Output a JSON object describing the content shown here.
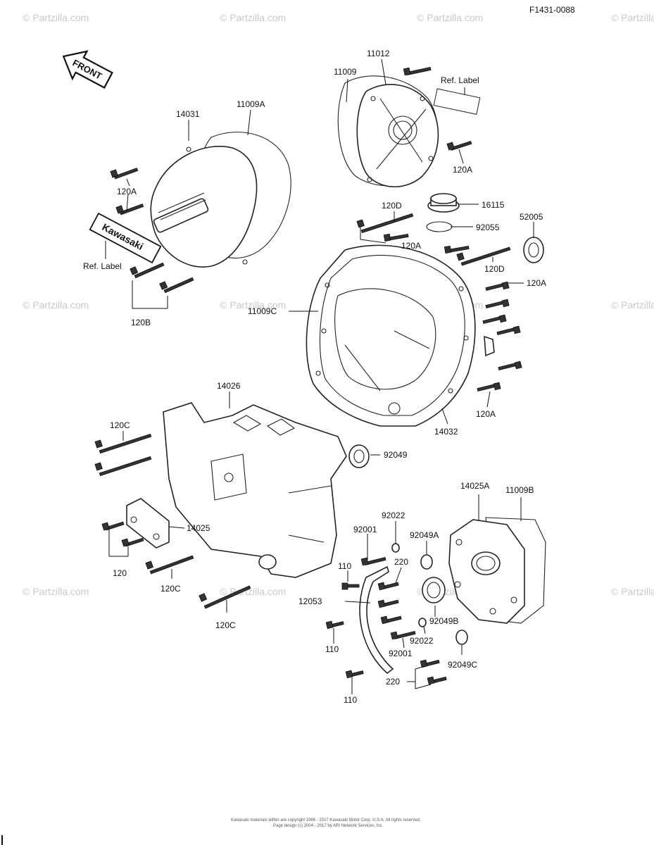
{
  "diagram_code": "F1431-0088",
  "front_arrow_label": "FRONT",
  "watermark_text": "© Partzilla.com",
  "brand_plate_text": "Kawasaki",
  "labels": {
    "l11012": "11012",
    "l11009": "11009",
    "refLabelTop": "Ref. Label",
    "l120A_a": "120A",
    "l14031": "14031",
    "l11009A": "11009A",
    "l120A_b": "120A",
    "refLabelLeft": "Ref. Label",
    "l120B": "120B",
    "l120D_a": "120D",
    "l16115": "16115",
    "l92055": "92055",
    "l52005": "52005",
    "l120A_c": "120A",
    "l120D_b": "120D",
    "l120A_d": "120A",
    "l11009C": "11009C",
    "l120A_e": "120A",
    "l14032": "14032",
    "l14026": "14026",
    "l120C_a": "120C",
    "l92049": "92049",
    "l14025": "14025",
    "l120": "120",
    "l120C_b": "120C",
    "l120C_c": "120C",
    "l14025A": "14025A",
    "l11009B": "11009B",
    "l92022_a": "92022",
    "l92001_a": "92001",
    "l92049A": "92049A",
    "l110_a": "110",
    "l220_a": "220",
    "l12053": "12053",
    "l92049B": "92049B",
    "l110_b": "110",
    "l92022_b": "92022",
    "l92001_b": "92001",
    "l92049C": "92049C",
    "l220_b": "220",
    "l110_c": "110"
  },
  "footer": {
    "line1": "Kawasaki materials within are copyright 1986 - 2017  Kawasaki Motor Corp. U.S.A.  All rights reserved.",
    "line2": "Page design (c) 2004 - 2017 by ARI Network Services, Inc."
  }
}
